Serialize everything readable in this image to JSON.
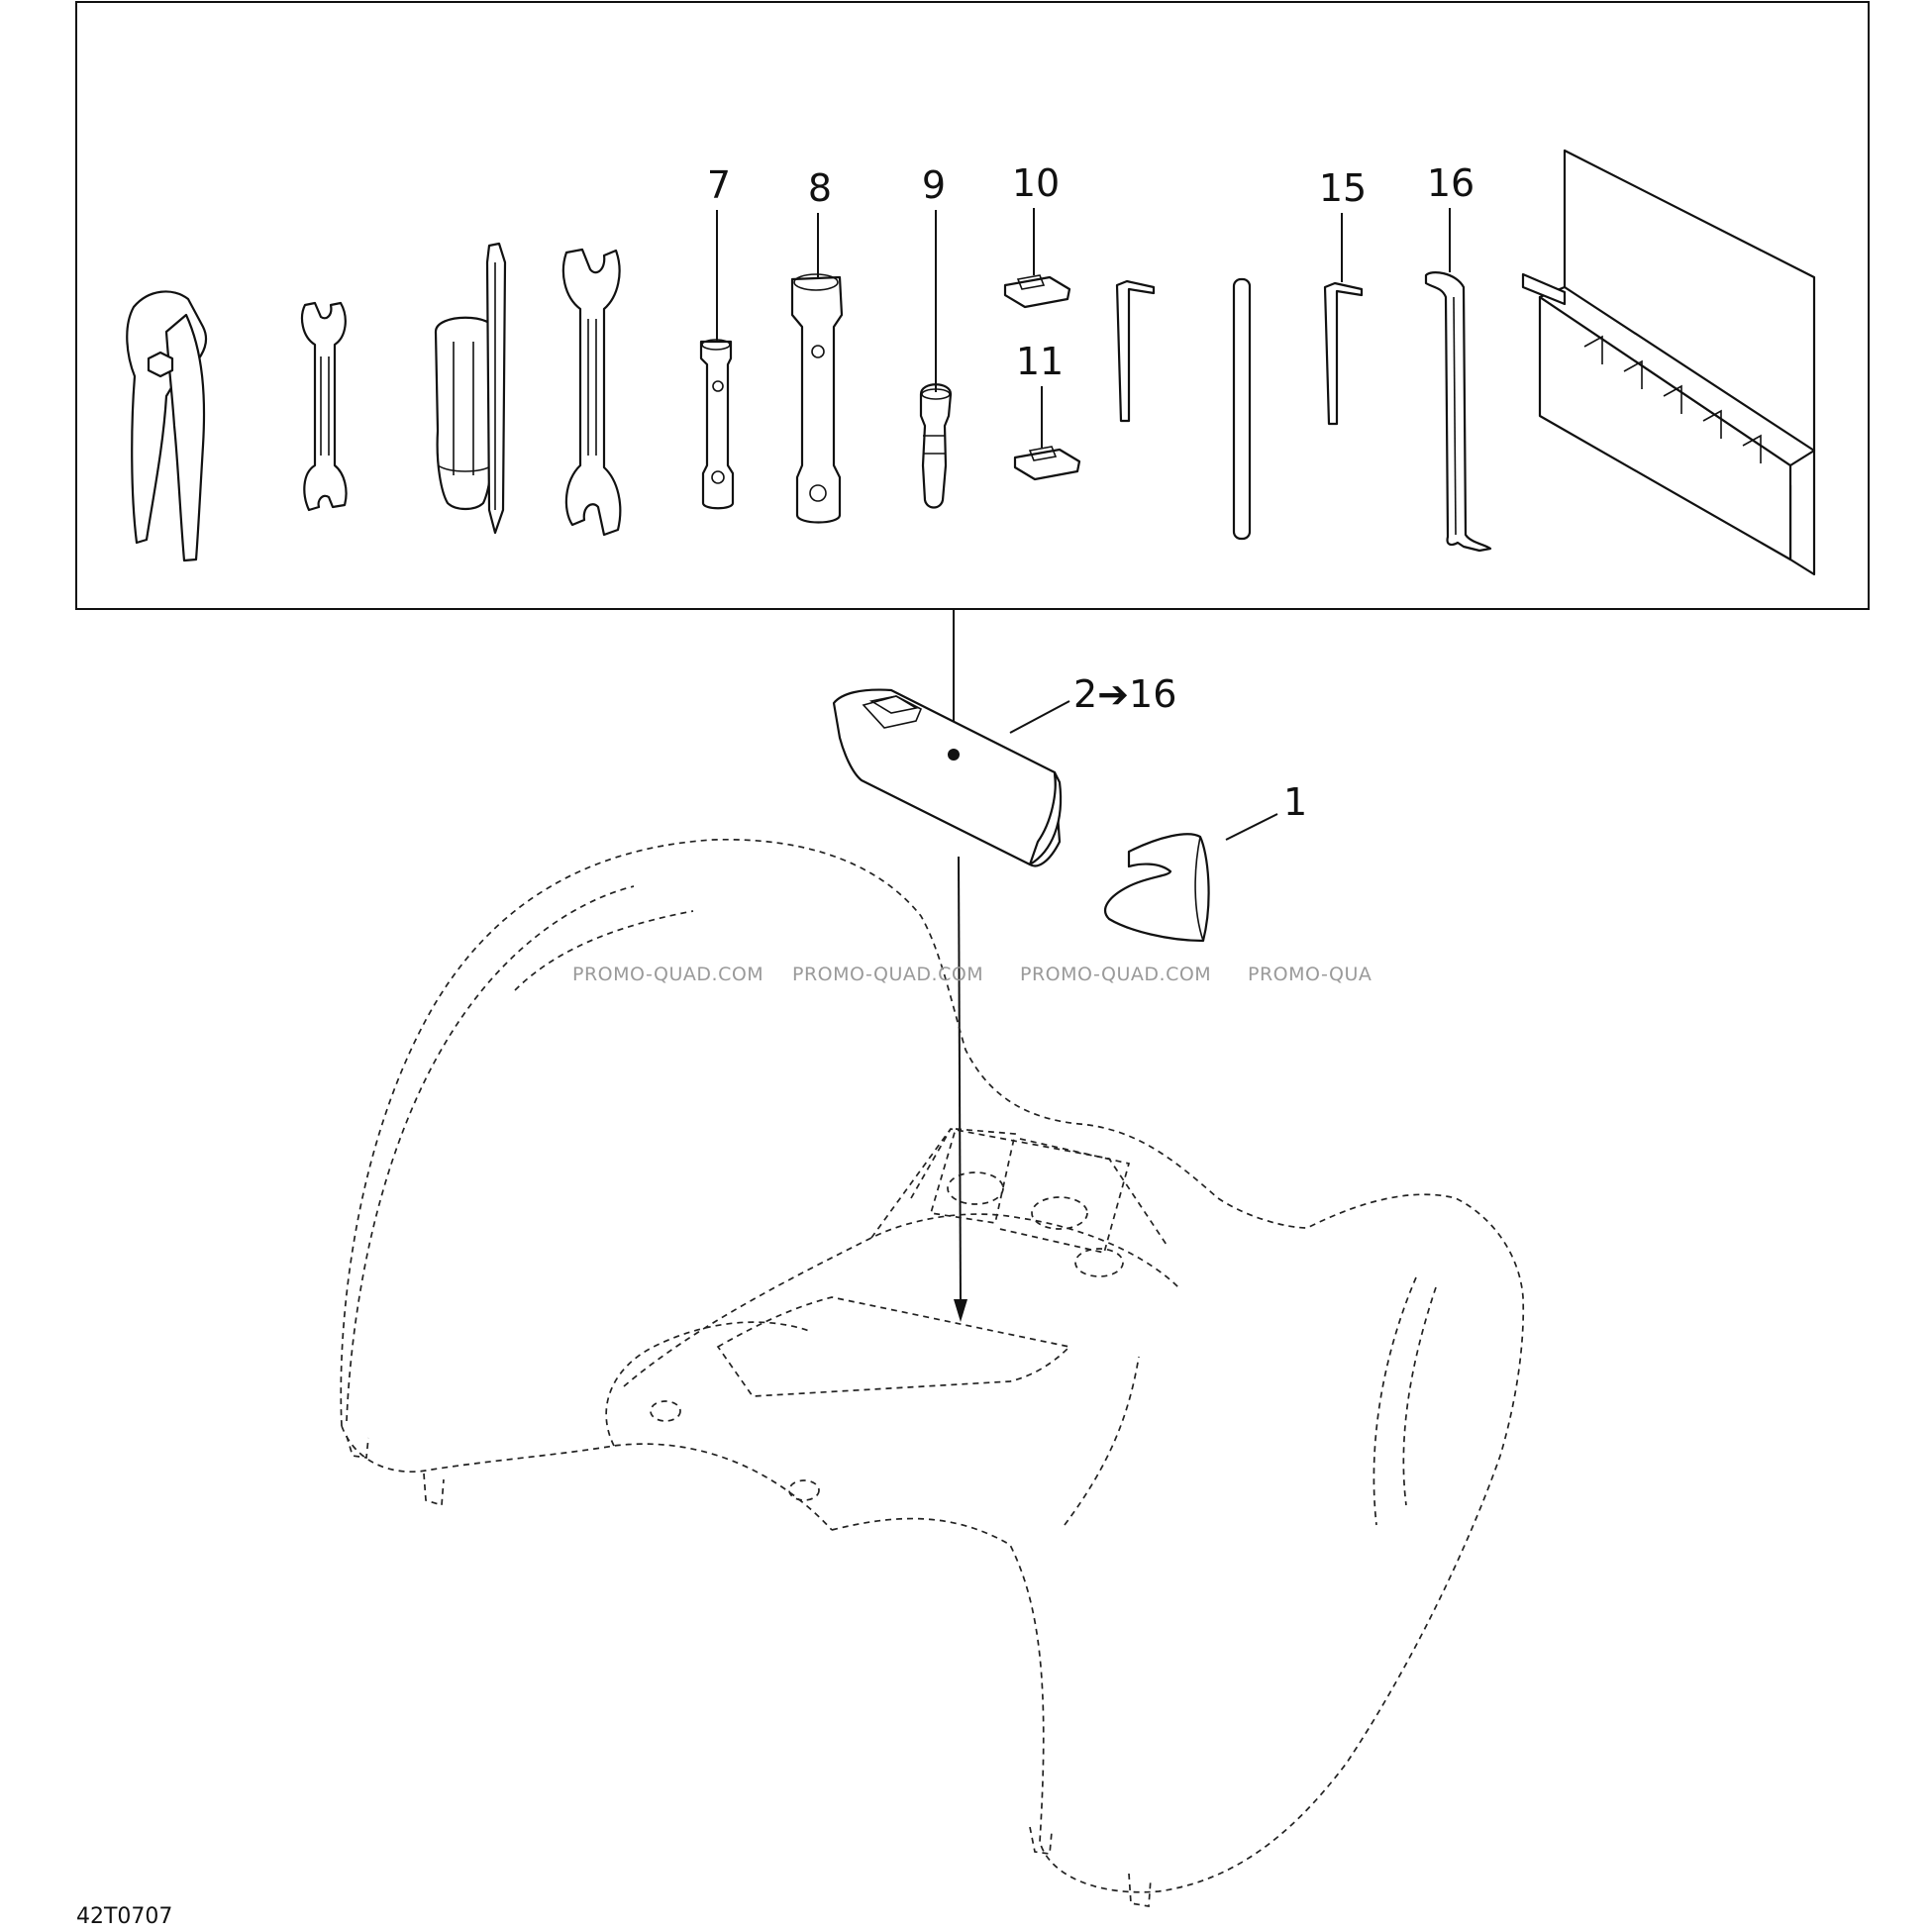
{
  "callouts": {
    "c7": "7",
    "c8": "8",
    "c9": "9",
    "c10": "10",
    "c11": "11",
    "c15": "15",
    "c16": "16",
    "c2_16": "2➔16",
    "c1": "1"
  },
  "watermark": {
    "w1": "PROMO-QUAD.COM",
    "w2": "PROMO-QUAD.COM",
    "w3": "PROMO-QUAD.COM",
    "w4": "PROMO-QUA"
  },
  "drawing_code": "42T0707",
  "colors": {
    "line": "#111111",
    "watermark": "#9a9a9a",
    "background": "#ffffff"
  }
}
